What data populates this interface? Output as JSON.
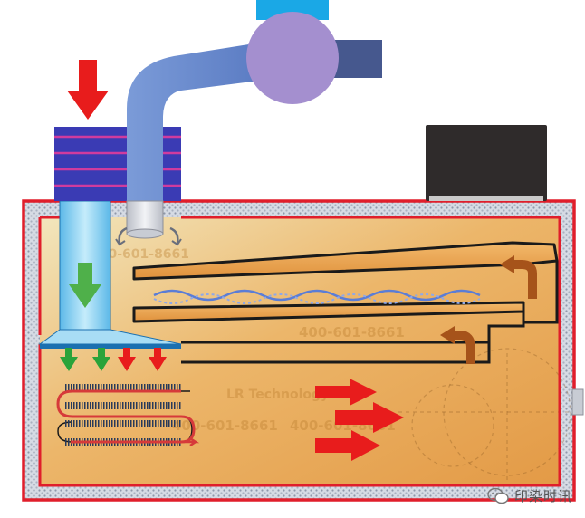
{
  "diagram": {
    "colors": {
      "frame": "#e01e2b",
      "cabinet_fill": "#e8a252",
      "insulation": "#c3cbd8",
      "duct": "#6f8fd0",
      "fan_hub": "#a48fcf",
      "fan_top": "#1aa8e6",
      "heater_box": "#3a3bb4",
      "inlet_column": "#7cc9ef",
      "lamp_box": "#2f2b2b",
      "arrow_red": "#e81c1c",
      "arrow_green": "#2aa33a",
      "arrow_brown": "#a6531a"
    },
    "icons": [
      "down-arrow-icon",
      "rotate-arrow-icon",
      "return-arrow-icon",
      "radiator-coil-icon"
    ]
  },
  "background_text": {
    "phone": "400-601-8661",
    "brand": "LR Technology"
  },
  "watermark": {
    "label": "印染时讯"
  }
}
